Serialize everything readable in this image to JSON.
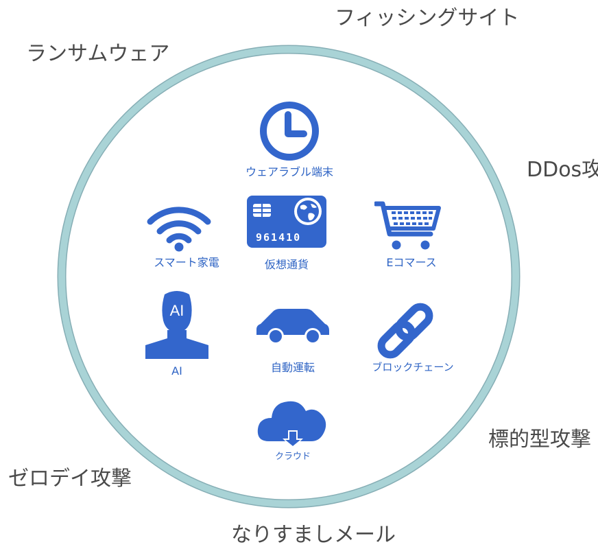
{
  "threats": {
    "phishing": "フィッシングサイト",
    "ransomware": "ランサムウェア",
    "ddos": "DDos攻撃",
    "targeted": "標的型攻撃",
    "zero_day": "ゼロデイ攻撃",
    "spoofing_mail": "なりすましメール"
  },
  "technologies": {
    "wearable": "ウェアラブル端末",
    "smart_appliance": "スマート家電",
    "crypto": "仮想通貨",
    "ecommerce": "Eコマース",
    "ai": "AI",
    "ai_head_text": "AI",
    "autonomous": "自動運転",
    "blockchain": "ブロックチェーン",
    "cloud": "クラウド",
    "card_number": "961410"
  },
  "colors": {
    "ring": "#a9d3d6",
    "ring_edge": "#86aeb5",
    "icon_blue": "#3366cc",
    "label_blue": "#2f64c4",
    "outer_text": "#4a4a4a"
  }
}
